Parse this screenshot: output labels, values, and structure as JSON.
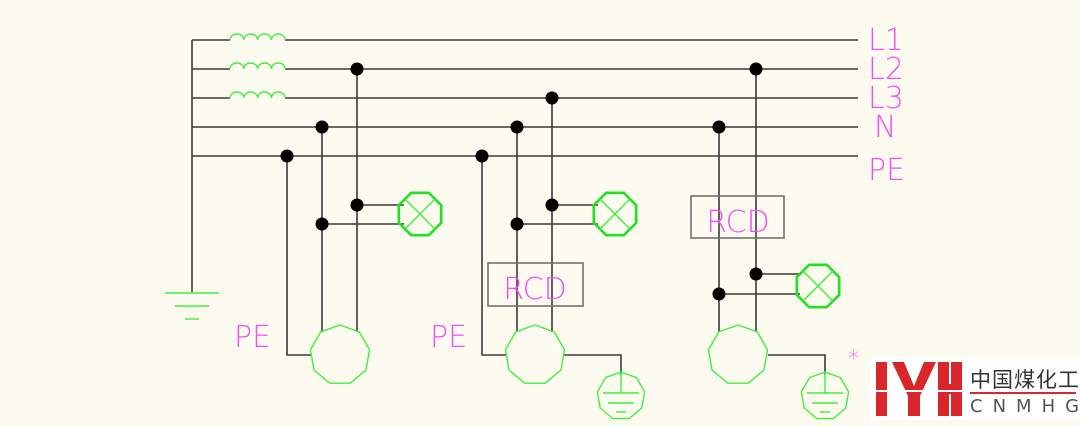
{
  "bus_labels": [
    "L1",
    "L2",
    "L3",
    "N",
    "PE"
  ],
  "pe_labels": [
    "PE",
    "PE"
  ],
  "rcd_labels": [
    "RCD",
    "RCD"
  ],
  "asterisk": "*",
  "logo": {
    "mark_text": "IYH",
    "name_cn": "中国煤化工",
    "name_en": "CNMHG"
  },
  "colors": {
    "background": "#fdfbef",
    "wire": "#3a3a3a",
    "component": "#3ef03e",
    "label": "#f050f0",
    "logo_red": "#d8262a"
  }
}
